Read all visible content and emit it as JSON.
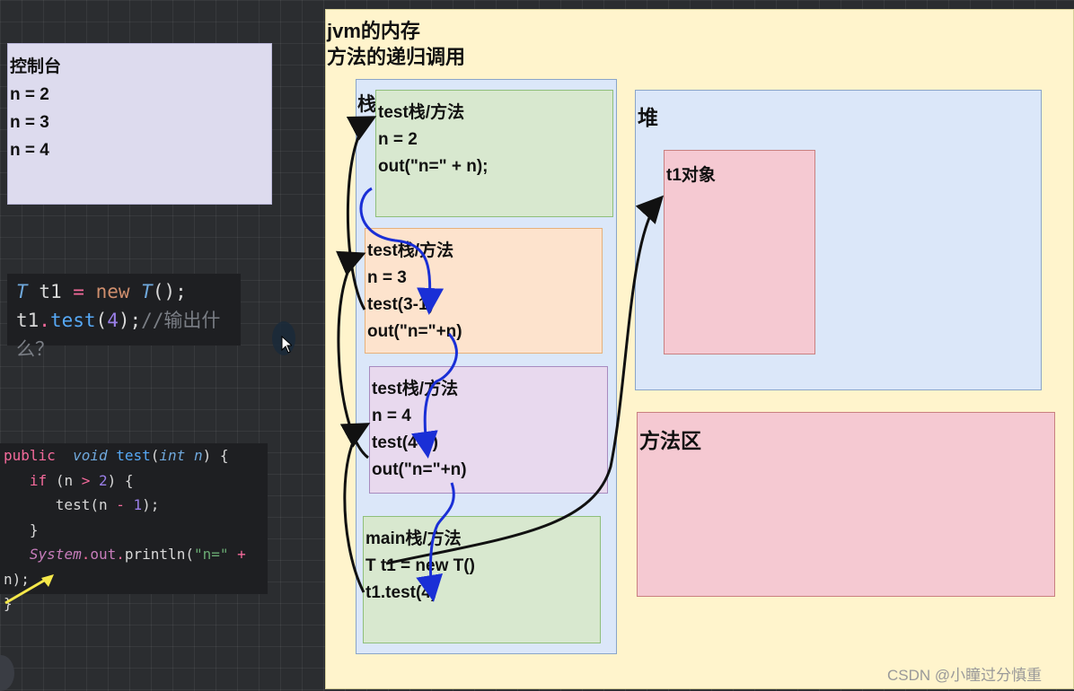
{
  "console": {
    "title": "控制台",
    "lines": [
      "n = 2",
      "n = 3",
      "n = 4"
    ]
  },
  "code_snippet_1": {
    "line1": {
      "type": "T",
      "var": "t1",
      "eq": "=",
      "new": "new",
      "ctor": "T",
      "rest": "();"
    },
    "line2": {
      "obj": "t1",
      "dot": ".",
      "method": "test",
      "open": "(",
      "arg": "4",
      "close": ");",
      "comment": "//输出什么？"
    }
  },
  "code_snippet_2": {
    "l1": {
      "public": "public",
      "void": "void",
      "name": "test",
      "open": "(",
      "int": "int",
      "param": "n",
      "close": ") {"
    },
    "l2": {
      "if": "if",
      "open": "(",
      "n": "n",
      "gt": ">",
      "two": "2",
      "close": ") {"
    },
    "l3": {
      "call": "test",
      "open": "(",
      "n": "n",
      "minus": "-",
      "one": "1",
      "close": ");"
    },
    "l4": "}",
    "l5": {
      "system": "System",
      "dot1": ".",
      "out": "out",
      "dot2": ".",
      "println": "println",
      "open": "(",
      "str": "\"n=\"",
      "plus": "+",
      "n": "n",
      "close": ");"
    },
    "l6": "}"
  },
  "jvm": {
    "title": "jvm的内存",
    "subtitle": "方法的递归调用",
    "stack_label": "栈",
    "heap_label": "堆",
    "method_area_label": "方法区",
    "heap_object": "t1对象"
  },
  "frames": [
    {
      "title": "test栈/方法",
      "lines": [
        "n = 2",
        "out(\"n=\" + n);"
      ]
    },
    {
      "title": "test栈/方法",
      "lines": [
        "n = 3",
        "test(3-1)",
        "out(\"n=\"+n)"
      ]
    },
    {
      "title": "test栈/方法",
      "lines": [
        "n = 4",
        "test(4-1)",
        "out(\"n=\"+n)"
      ]
    },
    {
      "title": "main栈/方法",
      "lines": [
        "T t1 = new T()",
        "t1.test(4)"
      ]
    }
  ],
  "watermark": "CSDN @小瞳过分慎重",
  "colors": {
    "call_arrow": "#111111",
    "return_arrow": "#1a2fd6",
    "hint_arrow": "#f5e84a"
  }
}
